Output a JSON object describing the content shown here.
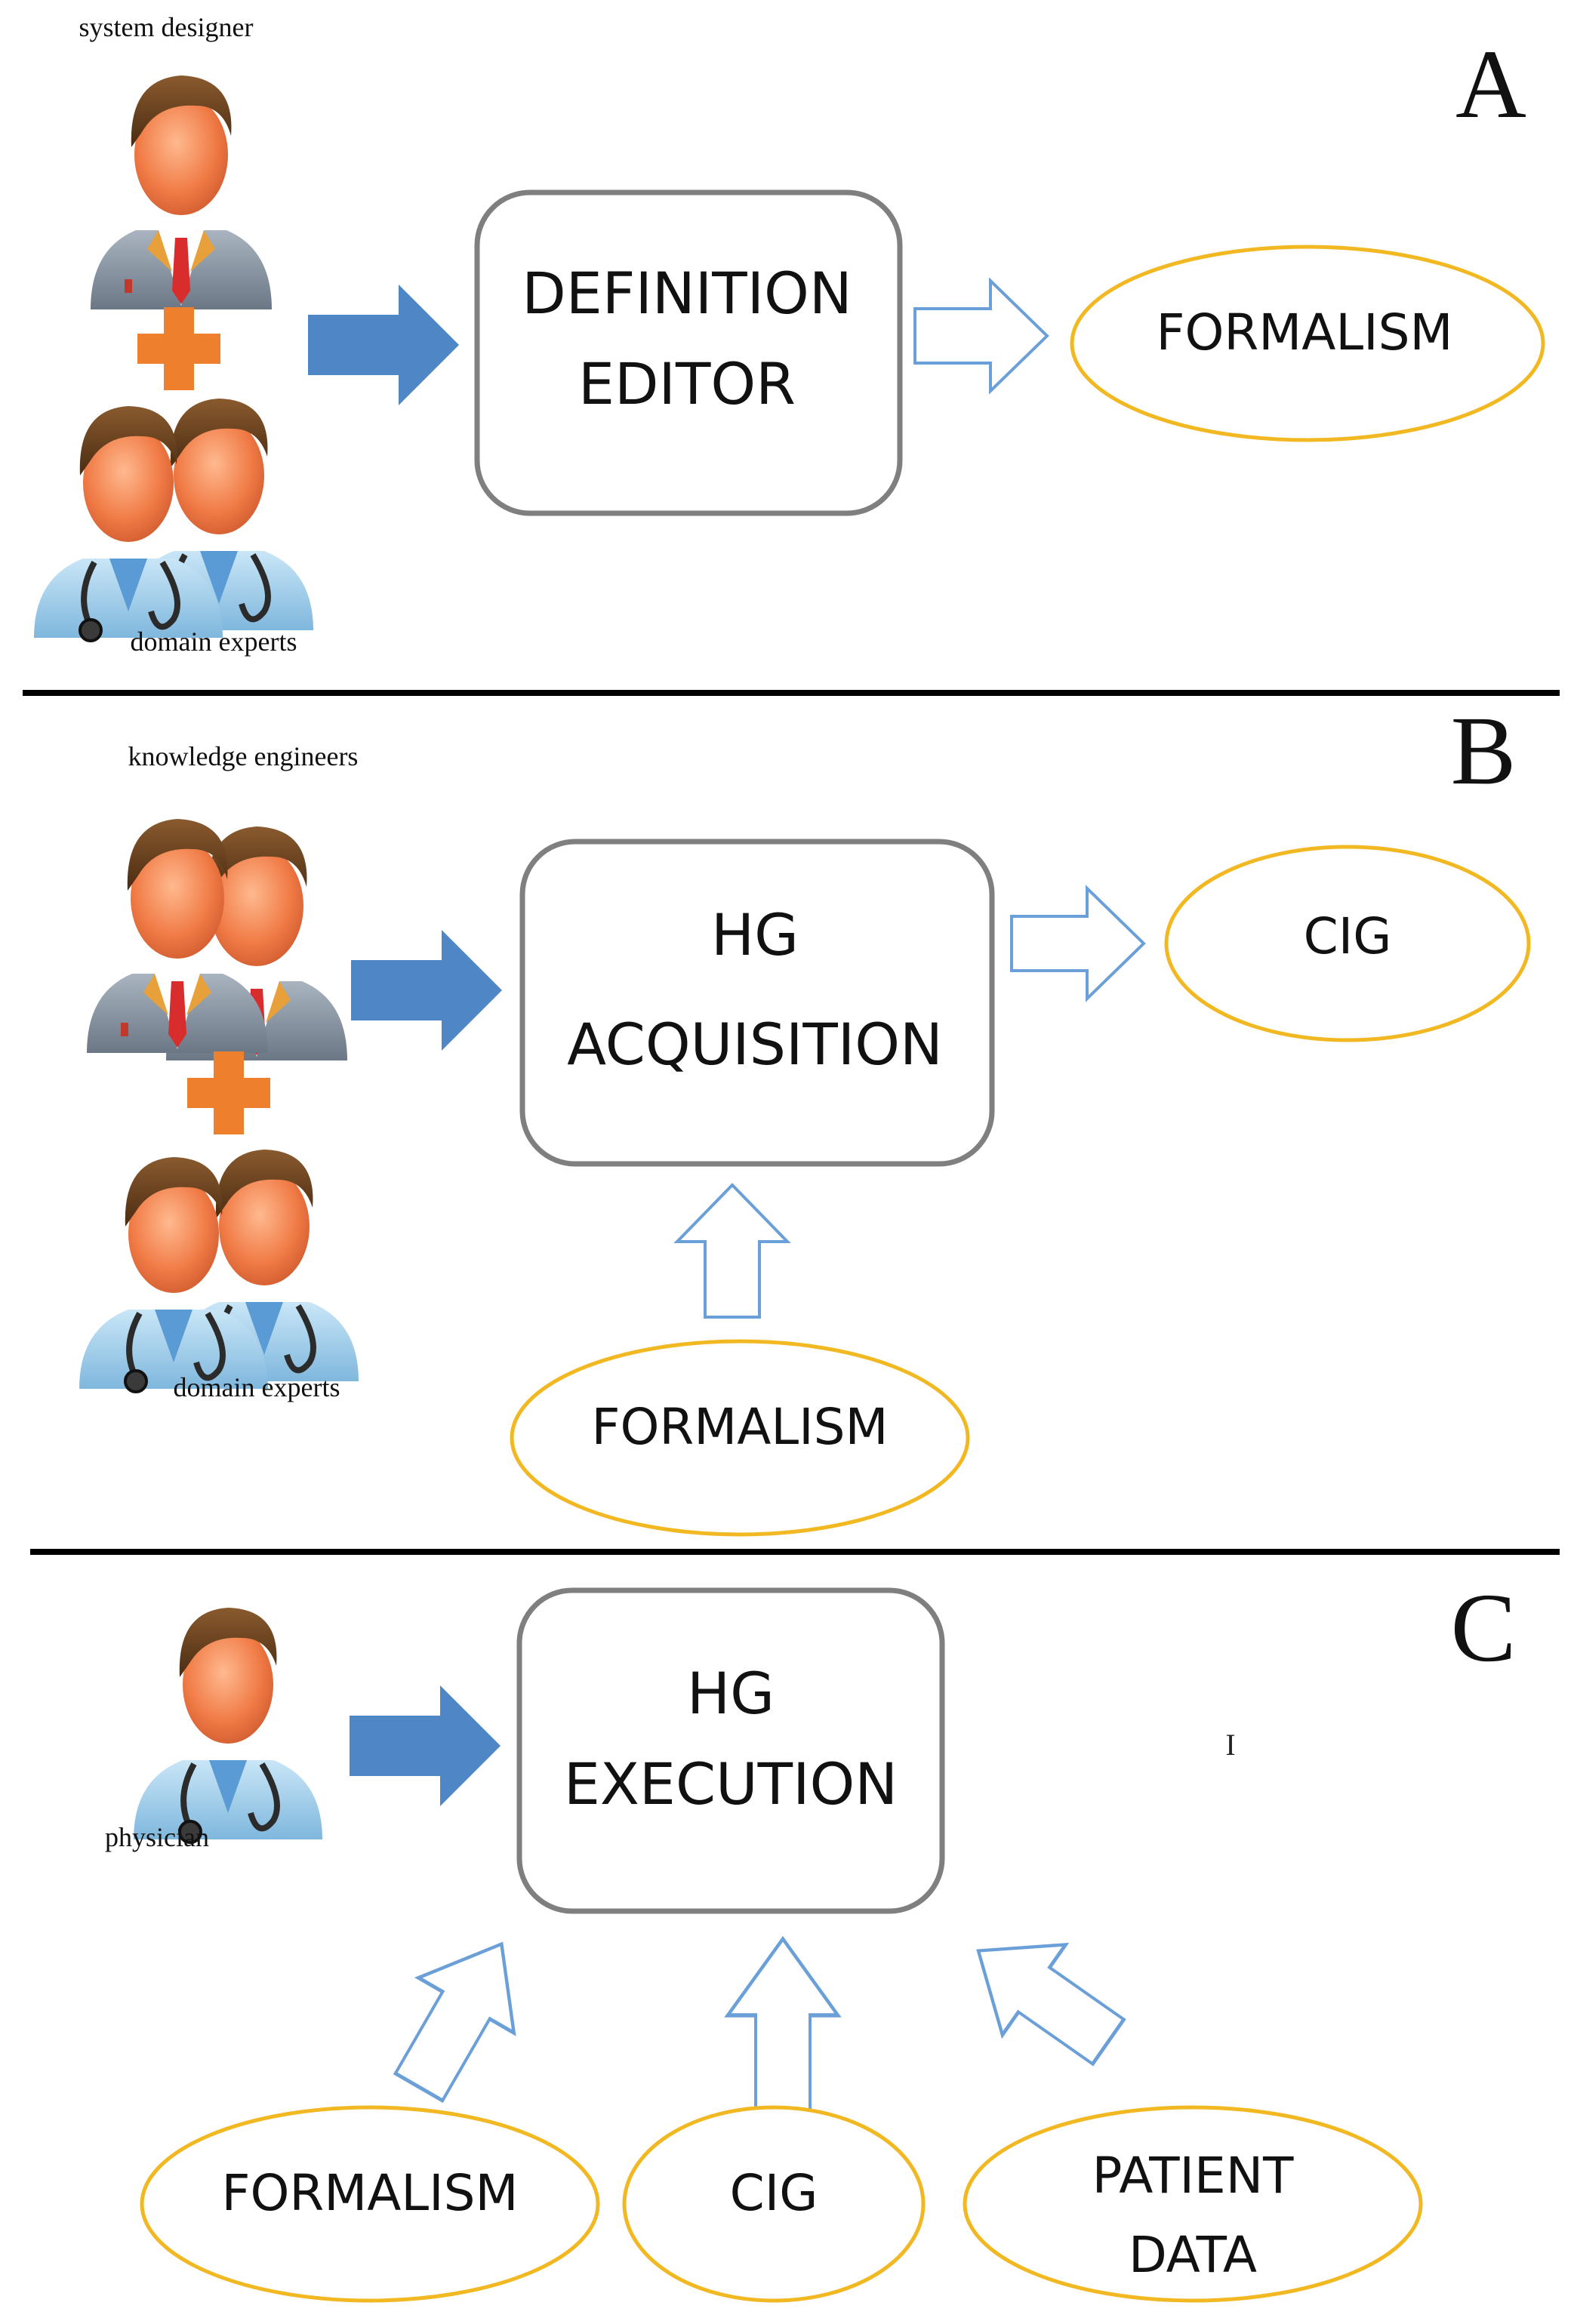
{
  "colors": {
    "box_stroke": "#7f7f7f",
    "oval_stroke": "#f2b822",
    "solid_arrow": "#4f86c6",
    "hollow_arrow": "#6a9fd8",
    "plus": "#ee7f2d",
    "divider": "#000000"
  },
  "sections": {
    "a": {
      "letter": "A",
      "caption_top": "system designer",
      "caption_bottom": "domain experts",
      "box": [
        "DEFINITION",
        "EDITOR"
      ],
      "output": "FORMALISM"
    },
    "b": {
      "letter": "B",
      "caption_top": "knowledge engineers",
      "caption_bottom": "domain experts",
      "box": [
        "HG",
        "ACQUISITION"
      ],
      "output": "CIG",
      "input": "FORMALISM"
    },
    "c": {
      "letter": "C",
      "caption": "physician",
      "box": [
        "HG",
        "EXECUTION"
      ],
      "inputs": [
        "FORMALISM",
        "CIG"
      ],
      "input_patient": [
        "PATIENT",
        "DATA"
      ],
      "cursor": "I"
    }
  },
  "icons": [
    "businessman-icon",
    "doctor-icon",
    "plus-icon"
  ]
}
